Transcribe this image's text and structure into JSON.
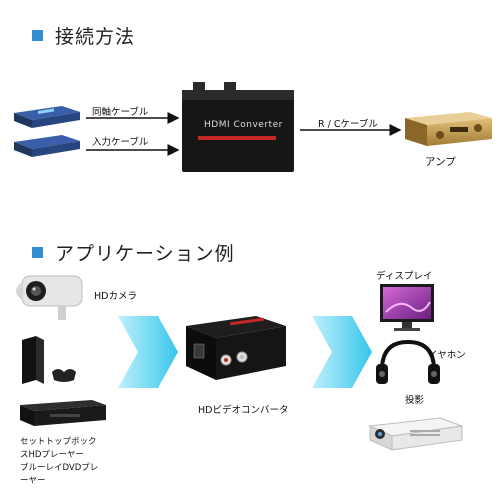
{
  "section1": {
    "heading": "接続方法",
    "label_coax": "同軸ケーブル",
    "label_input": "入力ケーブル",
    "label_rca": "R / Cケーブル",
    "converter_title": "HDMI Converter",
    "label_amp": "アンプ"
  },
  "section2": {
    "heading": "アプリケーション例",
    "label_camera": "HDカメラ",
    "label_video_converter": "HDビデオコンバータ",
    "label_display": "ディスプレイ",
    "label_earphone": "イヤホン",
    "label_projector": "投影",
    "source_lines": [
      "セットトップボック",
      "スHDプレーヤー",
      "ブルーレイDVDプレ",
      "ーヤー"
    ]
  },
  "colors": {
    "accent": "#2f8fd2",
    "arrow_cyan": "#4fd0f0",
    "device_dark": "#1a1a1a",
    "converter_red": "#c62828",
    "amp_gold": "#c9a35a",
    "display_purple": "#7a2a8a"
  }
}
